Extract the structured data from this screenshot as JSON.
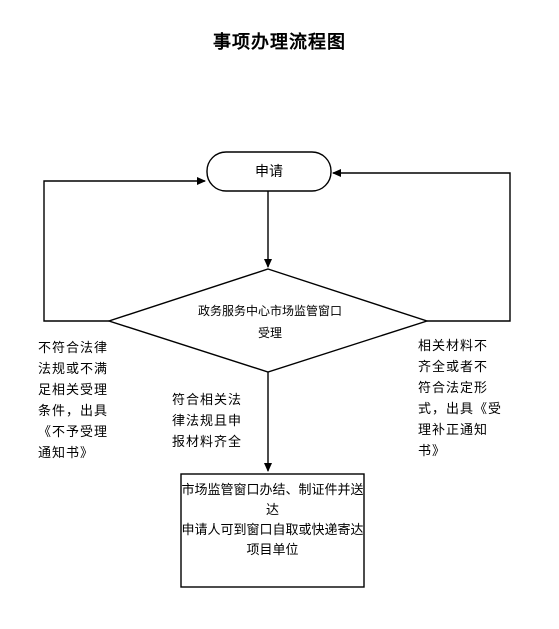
{
  "title": "事项办理流程图",
  "nodes": {
    "start": "申请",
    "decision": "政务服务中心市场监管窗口受理",
    "result": "市场监管窗口办结、制证件并送达\n申请人可到窗口自取或快递寄达项目单位"
  },
  "edge_labels": {
    "left": "不符合法律\n法规或不满\n足相关受理\n条件，出具\n《不予受理\n通知书》",
    "middle": "符合相关法\n律法规且申\n报材料齐全",
    "right": "相关材料不\n齐全或者不\n符合法定形\n式，出具《受\n理补正通知\n书》"
  },
  "colors": {
    "stroke": "#000000",
    "background": "#ffffff"
  }
}
